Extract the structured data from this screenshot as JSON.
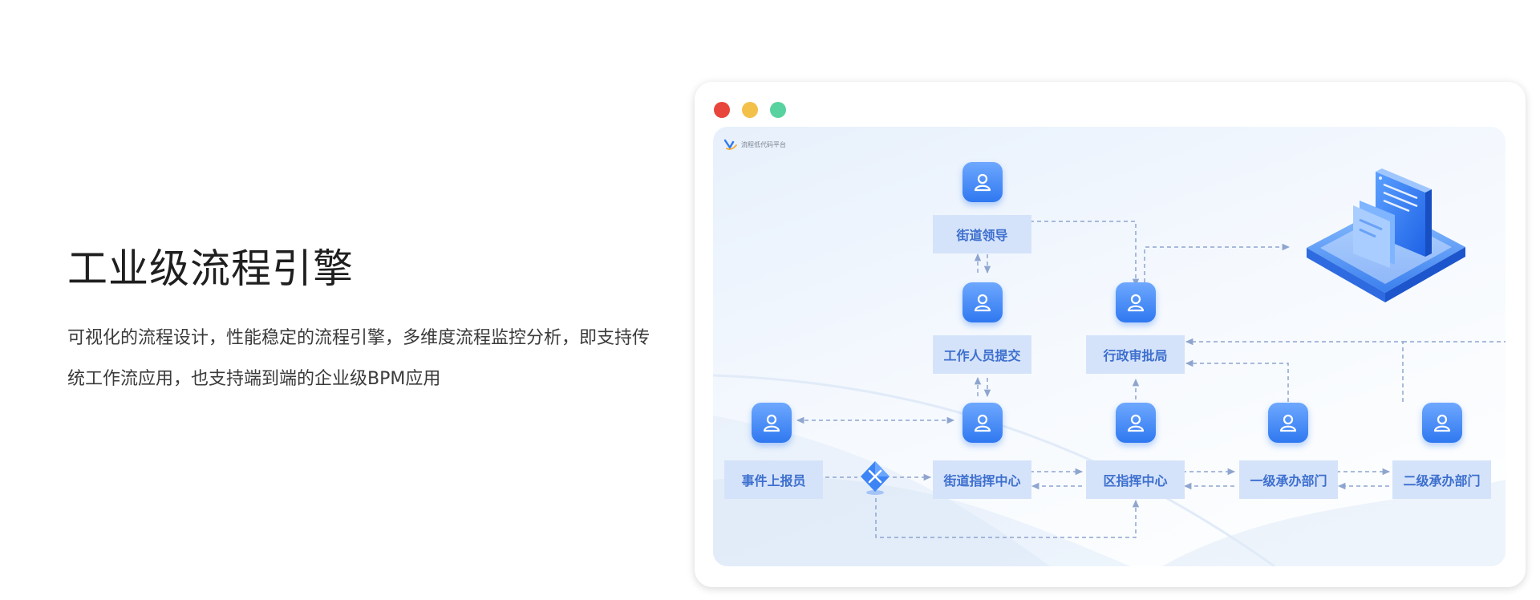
{
  "hero": {
    "title": "工业级流程引擎",
    "description": "可视化的流程设计，性能稳定的流程引擎，多维度流程监控分析，即支持传统工作流应用，也支持端到端的企业级BPM应用"
  },
  "window": {
    "controls": [
      "close",
      "minimize",
      "maximize"
    ],
    "colors": {
      "close": "#e8453c",
      "minimize": "#f3c04a",
      "maximize": "#58d39f"
    }
  },
  "diagram": {
    "brand_text": "流程低代码平台",
    "icons": {
      "brand": "logo-icon",
      "person": "person-icon",
      "gateway": "exclusive-gateway-icon",
      "illustration": "document-stack-illustration"
    },
    "nodes": {
      "street_leader": "街道领导",
      "staff_submit": "工作人员提交",
      "admin_approval": "行政审批局",
      "event_reporter": "事件上报员",
      "street_command": "街道指挥中心",
      "district_command": "区指挥中心",
      "level1_dept": "一级承办部门",
      "level2_dept": "二级承办部门"
    },
    "colors": {
      "node_bg": "#d5e3fa",
      "node_text": "#3d6fce",
      "avatar": "#2f78f0",
      "connector": "#8ea5cf"
    }
  }
}
